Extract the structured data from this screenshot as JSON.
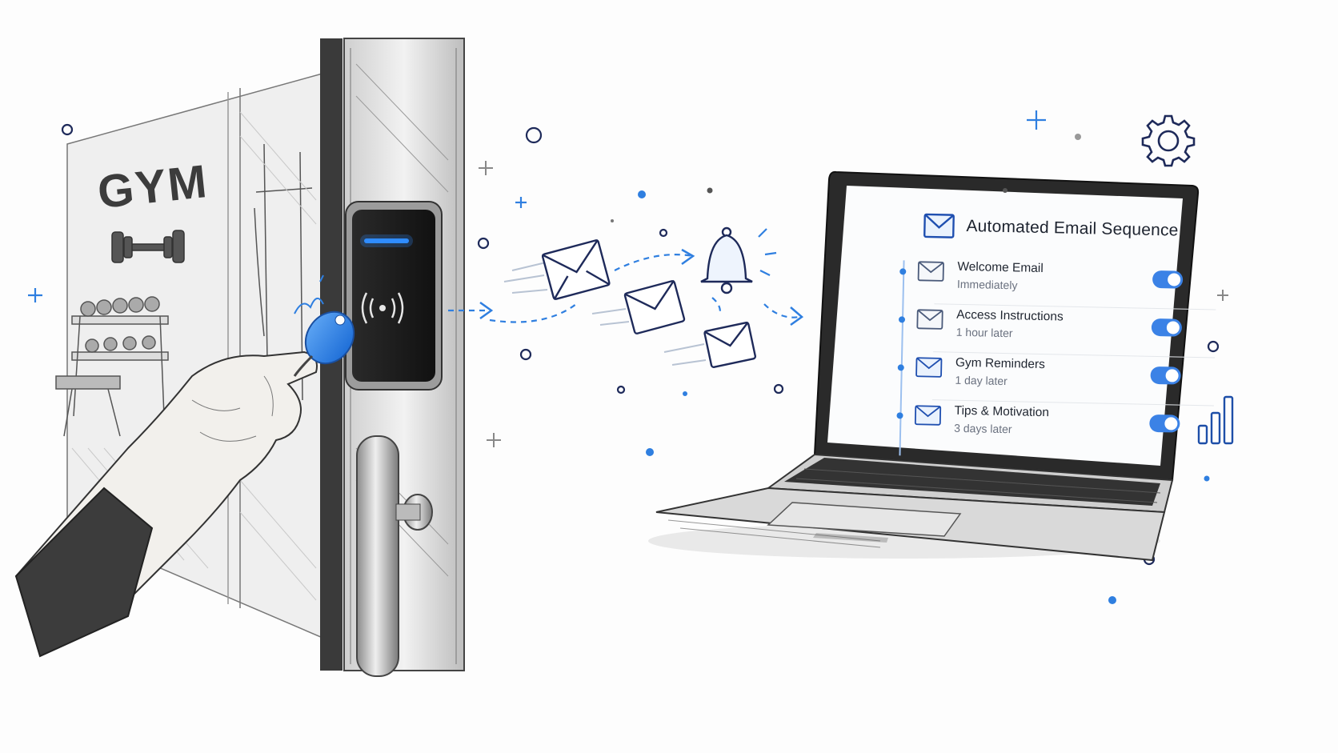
{
  "gym_sign": "GYM",
  "email_panel": {
    "title": "Automated Email Sequence",
    "steps": [
      {
        "label": "Welcome Email",
        "timing": "Immediately",
        "enabled": true
      },
      {
        "label": "Access Instructions",
        "timing": "1 hour later",
        "enabled": true
      },
      {
        "label": "Gym Reminders",
        "timing": "1 day later",
        "enabled": true
      },
      {
        "label": "Tips & Motivation",
        "timing": "3 days later",
        "enabled": true
      }
    ]
  },
  "icons": [
    "dumbbell-icon",
    "rfid-wave-icon",
    "envelope-icon",
    "bell-icon",
    "gear-icon",
    "bar-chart-icon",
    "sparkle-icon"
  ],
  "colors": {
    "accent": "#2f7fe0",
    "sketch": "#333333",
    "toggle_on": "#3b82e6"
  }
}
